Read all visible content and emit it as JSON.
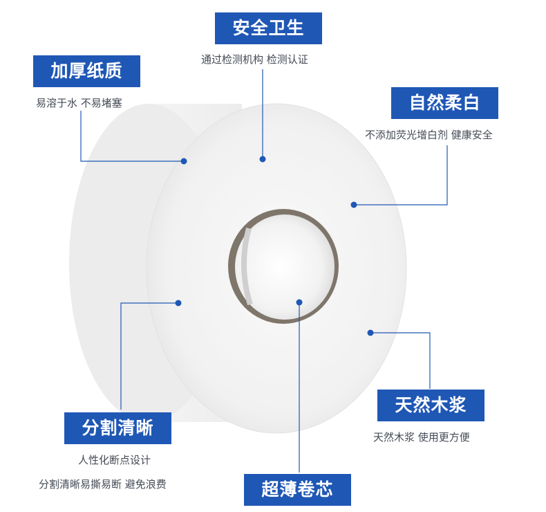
{
  "features": {
    "safety": {
      "title": "安全卫生",
      "desc": "通过检测机构 检测认证"
    },
    "thick": {
      "title": "加厚纸质",
      "desc": "易溶于水 不易堵塞"
    },
    "natural_white": {
      "title": "自然柔白",
      "desc": "不添加荧光增白剂 健康安全"
    },
    "perforation": {
      "title": "分割清晰",
      "desc_line1": "人性化断点设计",
      "desc_line2": "分割清晰易撕易断 避免浪费"
    },
    "wood_pulp": {
      "title": "天然木浆",
      "desc": "天然木浆 使用更方便"
    },
    "core": {
      "title": "超薄卷芯"
    }
  },
  "colors": {
    "badge_bg": "#1f57b5",
    "badge_text": "#ffffff",
    "line": "#1f57b5",
    "desc_text": "#444a55",
    "paper": "#f6f6f6",
    "core_edge": "#8a7f72"
  }
}
